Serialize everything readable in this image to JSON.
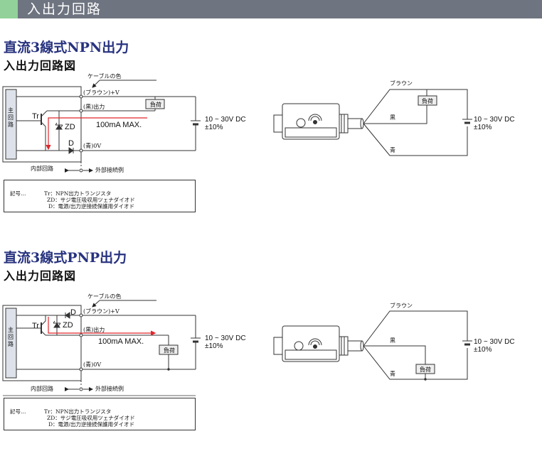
{
  "header": {
    "title": "入出力回路",
    "accent_color": "#92d19a",
    "bar_color": "#6e7480"
  },
  "sections": [
    {
      "id": "npn",
      "title": "直流3線式NPN出力",
      "subtitle": "入出力回路図",
      "circuit": {
        "cable_color_label": "ケーブルの色",
        "terminal_plus": "(ブラウン)+V",
        "terminal_out": "(黒)出力",
        "terminal_zero": "(青)0V",
        "main_circuit": "主回路",
        "transistor": "Tr",
        "zener": "ZD",
        "diode": "D",
        "load": "負荷",
        "current": "100mA MAX.",
        "supply_line1": "10 ~ 30V DC",
        "supply_line2": "±10%",
        "internal_label": "内部回路",
        "external_label": "外部接続例"
      },
      "wiring": {
        "brown": "ブラウン",
        "black": "黒",
        "blue": "青",
        "load": "負荷",
        "supply_line1": "10 ~ 30V DC",
        "supply_line2": "±10%"
      },
      "legend": {
        "label": "記号…",
        "rows": [
          "Tr：NPN出力トランジスタ",
          "ZD：サジ電圧吸収用ツェナダイオド",
          "D：電源/出力逆接続保護用ダイオド"
        ]
      }
    },
    {
      "id": "pnp",
      "title": "直流3線式PNP出力",
      "subtitle": "入出力回路図",
      "circuit": {
        "cable_color_label": "ケーブルの色",
        "terminal_plus": "(ブラウン)+V",
        "terminal_out": "(黒)出力",
        "terminal_zero": "(青)0V",
        "main_circuit": "主回路",
        "transistor": "Tr",
        "zener": "ZD",
        "diode": "D",
        "load": "負荷",
        "current": "100mA MAX.",
        "supply_line1": "10 ~ 30V DC",
        "supply_line2": "±10%",
        "internal_label": "内部回路",
        "external_label": "外部接続例"
      },
      "wiring": {
        "brown": "ブラウン",
        "black": "黒",
        "blue": "青",
        "load": "負荷",
        "supply_line1": "10 ~ 30V DC",
        "supply_line2": "±10%"
      },
      "legend": {
        "label": "記号…",
        "rows": [
          "Tr：NPN出力トランジスタ",
          "ZD：サジ電圧吸収用ツェナダイオド",
          "D：電源/出力逆接続保護用ダイオド"
        ]
      }
    }
  ],
  "colors": {
    "title": "#27327f",
    "current_path": "#e0262a",
    "main_block": "#dde2ea"
  }
}
